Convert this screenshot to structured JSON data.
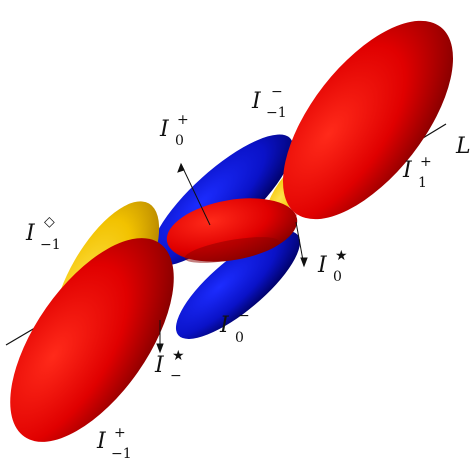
{
  "figure": {
    "axis_label": "L",
    "labels": {
      "i0_plus": {
        "base": "I",
        "sup": "+",
        "sub": "0"
      },
      "i_m1_minus": {
        "base": "I",
        "sup": "−",
        "sub": "−1"
      },
      "i1_plus": {
        "base": "I",
        "sup": "+",
        "sub": "1"
      },
      "i_m1_diamond": {
        "base": "I",
        "sup": "◇",
        "sub": "−1"
      },
      "i0_star": {
        "base": "I",
        "sup": "★",
        "sub": "0"
      },
      "i0_minus": {
        "base": "I",
        "sup": "−",
        "sub": "0"
      },
      "i_minus_star": {
        "base": "I",
        "sup": "★",
        "sub": "−"
      },
      "i_m1_plus": {
        "base": "I",
        "sup": "+",
        "sub": "−1"
      }
    },
    "colors": {
      "red": "#e00000",
      "red_dark": "#8a0000",
      "blue": "#0a12c8",
      "blue_dark": "#000060",
      "yellow": "#f2c200",
      "yellow_dark": "#b08000",
      "pink": "#f4a0a8"
    }
  }
}
